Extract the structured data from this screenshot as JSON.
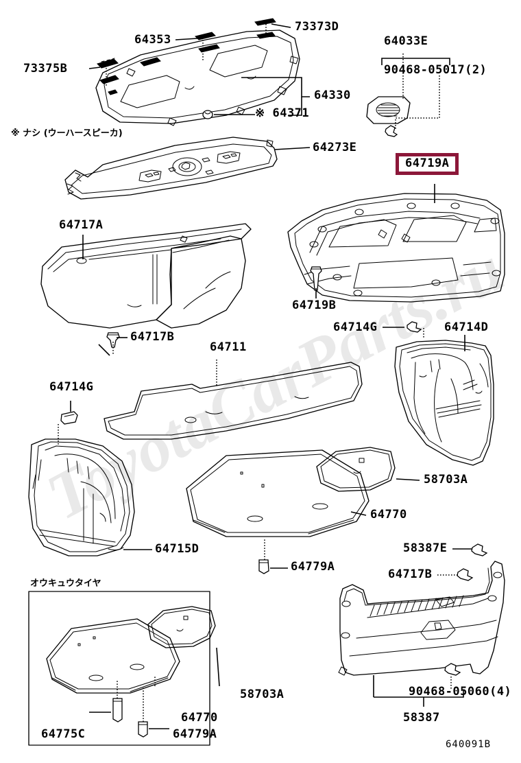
{
  "diagram": {
    "drawing_code": "640091B",
    "watermark": "ToyotaCarParts.ru",
    "notes": {
      "asterisk_note": "※ ナシ (ウーハースピーカ)",
      "spare_tire_box_title": "オウキュウタイヤ"
    },
    "highlighted_part": "64719A"
  },
  "labels": {
    "l_73375B": "73375B",
    "l_64353": "64353",
    "l_73373D": "73373D",
    "l_64033E": "64033E",
    "l_90468_05017": "90468-05017(2)",
    "l_64330": "64330",
    "l_64371": "※ 64371",
    "l_64273E": "64273E",
    "l_64719A": "64719A",
    "l_64717A": "64717A",
    "l_64719B": "64719B",
    "l_64717B_top": "64717B",
    "l_64711": "64711",
    "l_64714G_right": "64714G",
    "l_64714D": "64714D",
    "l_64714G_left": "64714G",
    "l_58703A_mid": "58703A",
    "l_64770_mid": "64770",
    "l_64715D": "64715D",
    "l_64779A_mid": "64779A",
    "l_58387E": "58387E",
    "l_64717B_bot": "64717B",
    "l_90468_05060": "90468-05060(4)",
    "l_58387": "58387",
    "l_58703A_box": "58703A",
    "l_64770_box": "64770",
    "l_64775C": "64775C",
    "l_64779A_box": "64779A"
  }
}
